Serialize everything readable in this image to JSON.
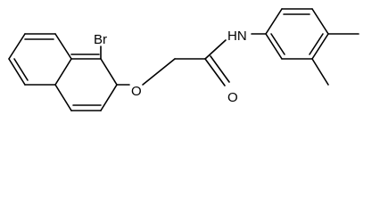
{
  "molecule": {
    "atoms": {
      "bromine": "Br",
      "ether_oxygen": "O",
      "carbonyl_oxygen": "O",
      "amide_nitrogen": "HN"
    }
  }
}
